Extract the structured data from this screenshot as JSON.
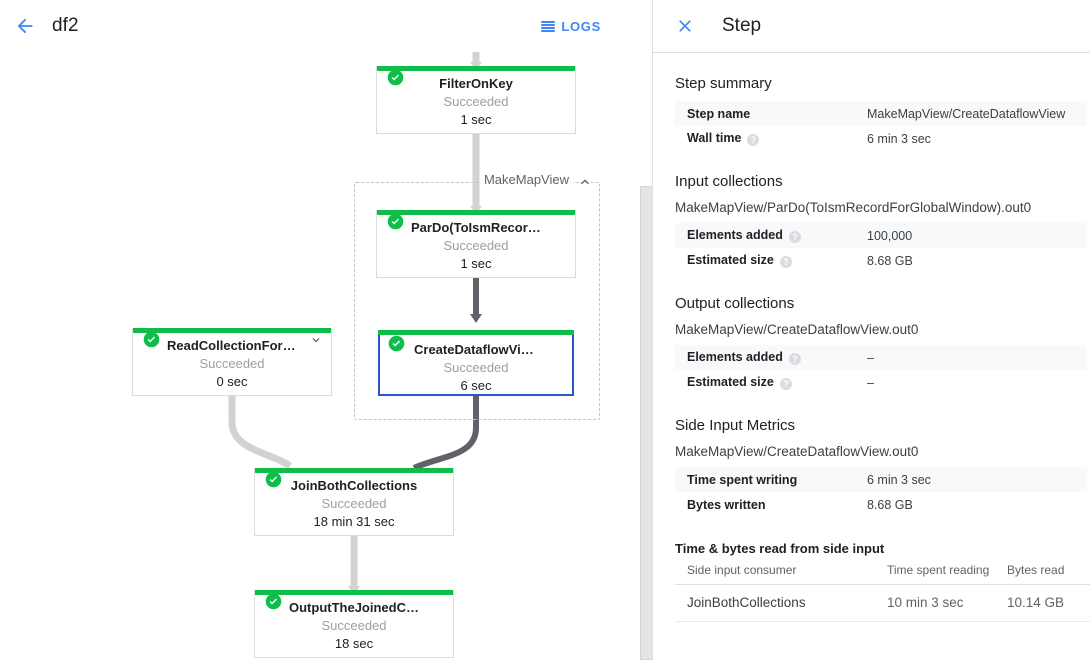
{
  "header": {
    "back_icon": "arrow-left-icon",
    "job_name": "df2",
    "logs_label": "LOGS",
    "logs_icon": "hamburger-icon"
  },
  "graph": {
    "group": {
      "label": "MakeMapView",
      "collapse_icon": "chevron-up-icon"
    },
    "nodes": [
      {
        "id": "filter-on-key",
        "title": "FilterOnKey",
        "status": "Succeeded",
        "time": "1 sec",
        "status_icon": "check-circle-icon",
        "selected": false,
        "chevron": null
      },
      {
        "id": "pardo-toismrecordfor",
        "title": "ParDo(ToIsmRecordFor…",
        "status": "Succeeded",
        "time": "1 sec",
        "status_icon": "check-circle-icon",
        "selected": false,
        "chevron": null
      },
      {
        "id": "create-dataflow-view",
        "title": "CreateDataflowView",
        "status": "Succeeded",
        "time": "6 sec",
        "status_icon": "check-circle-icon",
        "selected": true,
        "chevron": null
      },
      {
        "id": "read-collection-for-join",
        "title": "ReadCollectionForJoin",
        "status": "Succeeded",
        "time": "0 sec",
        "status_icon": "check-circle-icon",
        "selected": false,
        "chevron": "chevron-down-icon"
      },
      {
        "id": "join-both-collections",
        "title": "JoinBothCollections",
        "status": "Succeeded",
        "time": "18 min 31 sec",
        "status_icon": "check-circle-icon",
        "selected": false,
        "chevron": null
      },
      {
        "id": "output-the-joined-collec",
        "title": "OutputTheJoinedCollec…",
        "status": "Succeeded",
        "time": "18 sec",
        "status_icon": "check-circle-icon",
        "selected": false,
        "chevron": null
      }
    ],
    "colors": {
      "node_bar_green": "#0fbd4b",
      "selected_border": "#2a56c6",
      "edge_light": "#d2d2d2",
      "edge_dark": "#5f6368"
    }
  },
  "details": {
    "close_icon": "close-icon",
    "title": "Step",
    "step_summary": {
      "heading": "Step summary",
      "rows": [
        {
          "key": "Step name",
          "value": "MakeMapView/CreateDataflowView",
          "help": false
        },
        {
          "key": "Wall time",
          "value": "6 min 3 sec",
          "help": true
        }
      ]
    },
    "input_collections": {
      "heading": "Input collections",
      "collection": "MakeMapView/ParDo(ToIsmRecordForGlobalWindow).out0",
      "rows": [
        {
          "key": "Elements added",
          "value": "100,000",
          "help": true
        },
        {
          "key": "Estimated size",
          "value": "8.68 GB",
          "help": true
        }
      ]
    },
    "output_collections": {
      "heading": "Output collections",
      "collection": "MakeMapView/CreateDataflowView.out0",
      "rows": [
        {
          "key": "Elements added",
          "value": "–",
          "help": true
        },
        {
          "key": "Estimated size",
          "value": "–",
          "help": true
        }
      ]
    },
    "side_input_metrics": {
      "heading": "Side Input Metrics",
      "collection": "MakeMapView/CreateDataflowView.out0",
      "rows": [
        {
          "key": "Time spent writing",
          "value": "6 min 3 sec",
          "help": false
        },
        {
          "key": "Bytes written",
          "value": "8.68 GB",
          "help": false
        }
      ]
    },
    "side_input_table": {
      "heading": "Time & bytes read from side input",
      "columns": [
        "Side input consumer",
        "Time spent reading",
        "Bytes read"
      ],
      "rows": [
        {
          "consumer": "JoinBothCollections",
          "time": "10 min 3 sec",
          "bytes": "10.14 GB"
        }
      ]
    }
  }
}
